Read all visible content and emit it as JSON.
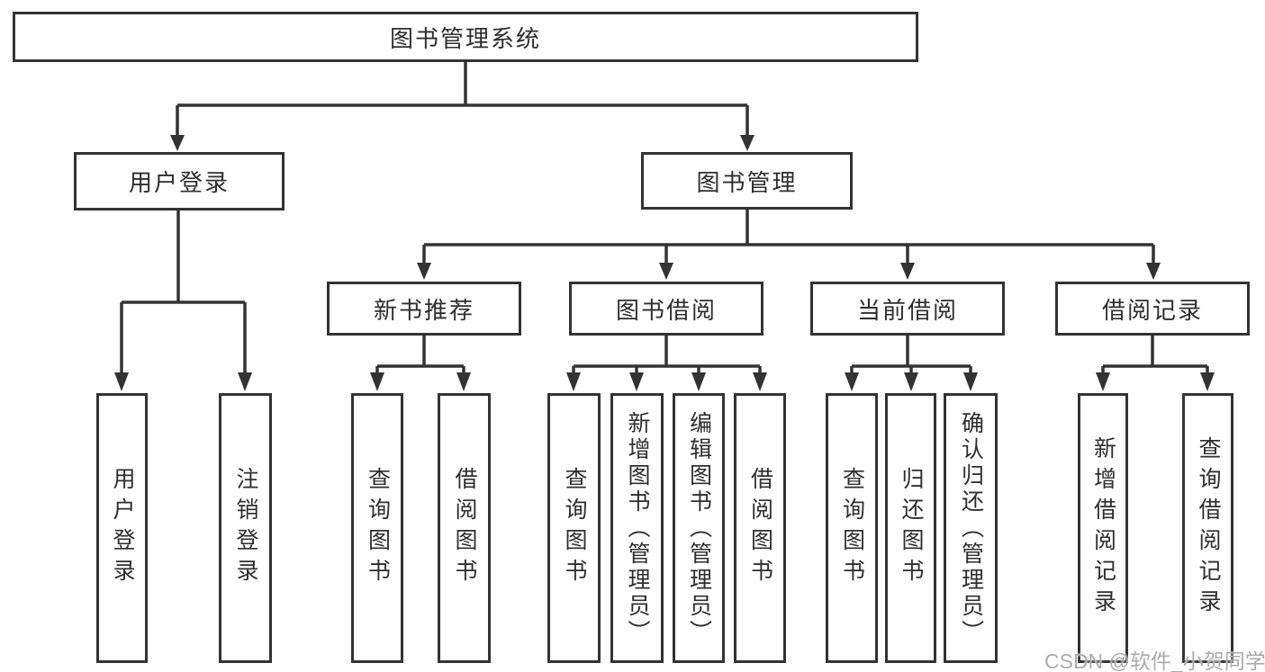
{
  "watermark": "CSDN @软件_小贺同学",
  "colors": {
    "line": "#333333",
    "text": "#2e2e2e",
    "background": "#ffffff",
    "watermark": "#ababab"
  },
  "tree": {
    "label": "图书管理系统",
    "children": [
      {
        "label": "用户登录",
        "children": [
          {
            "label": "用户登录"
          },
          {
            "label": "注销登录"
          }
        ]
      },
      {
        "label": "图书管理",
        "children": [
          {
            "label": "新书推荐",
            "children": [
              {
                "label": "查询图书"
              },
              {
                "label": "借阅图书"
              }
            ]
          },
          {
            "label": "图书借阅",
            "children": [
              {
                "label": "查询图书"
              },
              {
                "label": "新增图书（管理员）"
              },
              {
                "label": "编辑图书（管理员）"
              },
              {
                "label": "借阅图书"
              }
            ]
          },
          {
            "label": "当前借阅",
            "children": [
              {
                "label": "查询图书"
              },
              {
                "label": "归还图书"
              },
              {
                "label": "确认归还（管理员）"
              }
            ]
          },
          {
            "label": "借阅记录",
            "children": [
              {
                "label": "新增借阅记录"
              },
              {
                "label": "查询借阅记录"
              }
            ]
          }
        ]
      }
    ]
  }
}
